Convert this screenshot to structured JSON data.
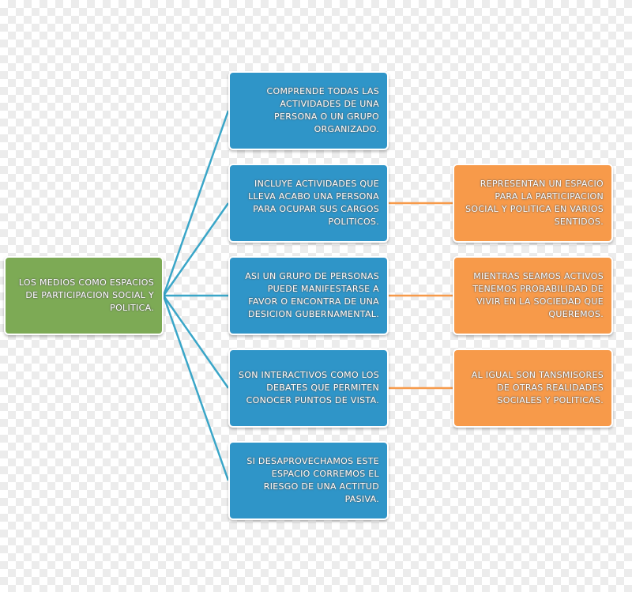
{
  "root": {
    "text": "LOS MEDIOS COMO ESPACIOS DE PARTICIPACION SOCIAL Y POLITICA."
  },
  "branches": [
    {
      "text": "COMPRENDE TODAS LAS ACTIVIDADES DE UNA PERSONA O UN GRUPO ORGANIZADO."
    },
    {
      "text": "INCLUYE ACTIVIDADES QUE LLEVA ACABO UNA PERSONA PARA OCUPAR SUS CARGOS POLITICOS."
    },
    {
      "text": "ASI UN GRUPO DE PERSONAS PUEDE MANIFESTARSE A FAVOR O ENCONTRA DE UNA DESICION GUBERNAMENTAL."
    },
    {
      "text": "SON INTERACTIVOS COMO LOS DEBATES QUE PERMITEN CONOCER PUNTOS DE VISTA."
    },
    {
      "text": "SI DESAPROVECHAMOS ESTE ESPACIO CORREMOS EL RIESGO DE UNA ACTITUD PASIVA."
    }
  ],
  "details": [
    {
      "text": "REPRESENTAN UN ESPACIO PARA LA PARTICIPACION SOCIAL Y POLITICA EN VARIOS SENTIDOS."
    },
    {
      "text": "MIENTRAS SEAMOS ACTIVOS TENEMOS PROBABILIDAD DE VIVIR EN LA SOCIEDAD QUE QUEREMOS."
    },
    {
      "text": "AL IGUAL SON TANSMISORES DE OTRAS REALIDADES SOCIALES Y POLITICAS."
    }
  ],
  "colors": {
    "root": "#7daa55",
    "branch": "#2f95c8",
    "detail": "#f79a4a",
    "connector_blue": "#3aa6c8",
    "connector_orange": "#f79a4a"
  }
}
